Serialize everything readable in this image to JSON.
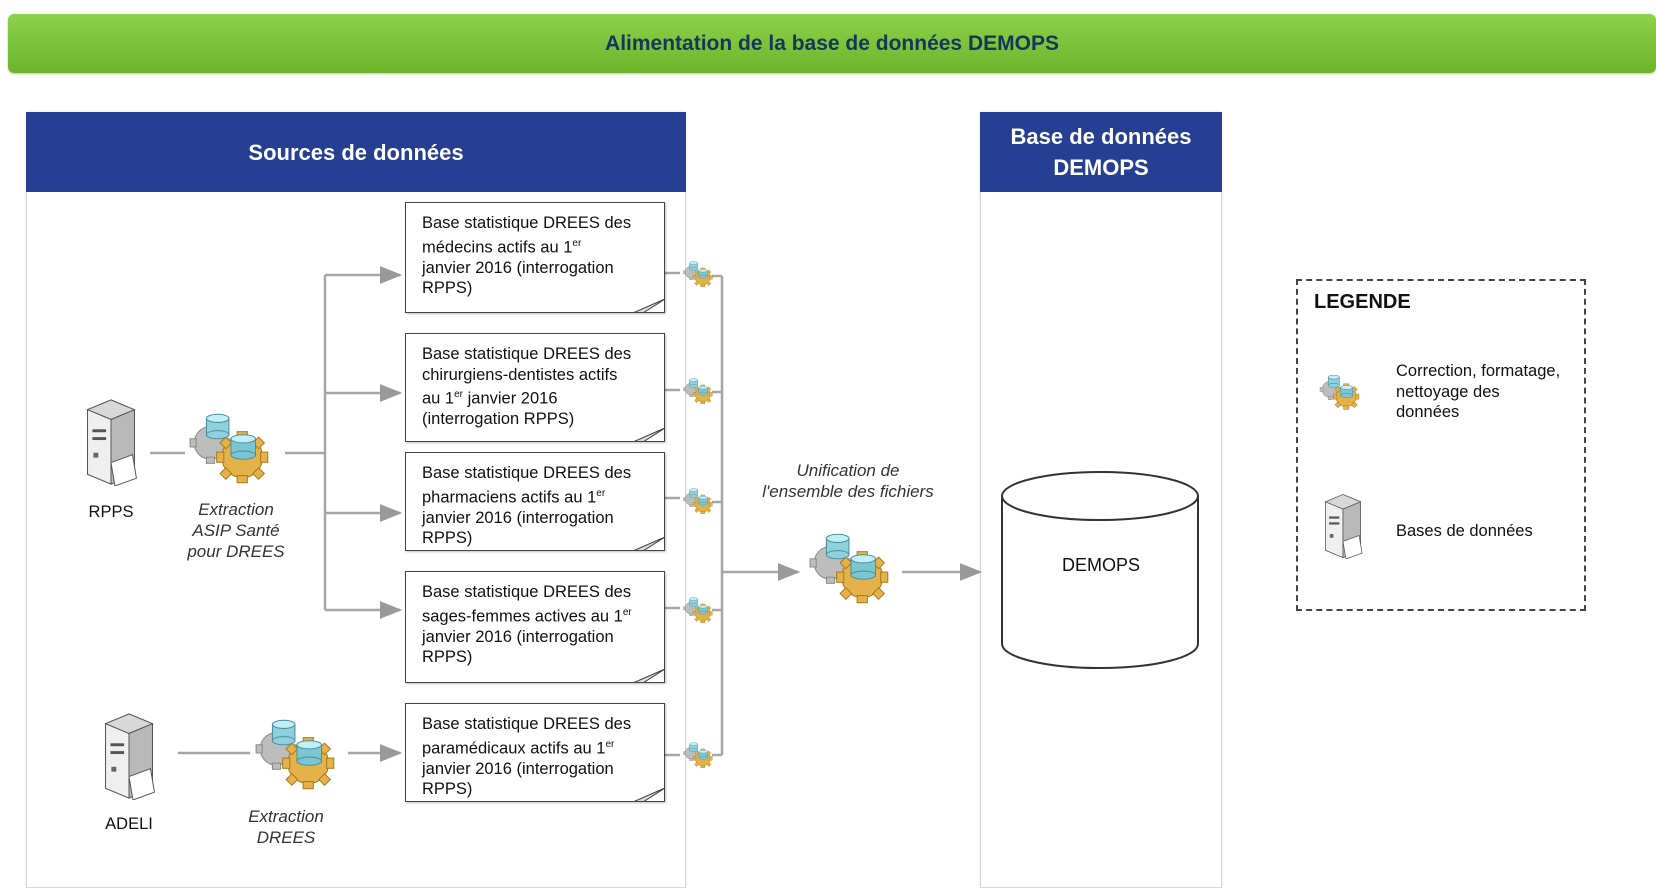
{
  "banner": {
    "title": "Alimentation de la base de données DEMOPS"
  },
  "sources_panel": {
    "title": "Sources de données"
  },
  "target_panel": {
    "title_line1": "Base de données",
    "title_line2": "DEMOPS"
  },
  "databases": {
    "rpps": "RPPS",
    "adeli": "ADELI"
  },
  "extraction": {
    "asip_line1": "Extraction",
    "asip_line2": "ASIP Santé",
    "asip_line3": "pour DREES",
    "drees_line1": "Extraction",
    "drees_line2": "DREES"
  },
  "documents": [
    {
      "lines": [
        "Base statistique DREES des",
        "médecins actifs au 1er",
        "janvier 2016 (interrogation",
        "RPPS)"
      ]
    },
    {
      "lines": [
        "Base statistique DREES des",
        "chirurgiens-dentistes actifs",
        "au 1er janvier 2016",
        "(interrogation RPPS)"
      ]
    },
    {
      "lines": [
        "Base statistique DREES des",
        "pharmaciens actifs au 1er",
        "janvier 2016 (interrogation",
        "RPPS)"
      ]
    },
    {
      "lines": [
        "Base statistique DREES des",
        "sages-femmes actives au 1er",
        "janvier 2016 (interrogation",
        "RPPS)"
      ]
    },
    {
      "lines": [
        "Base statistique DREES des",
        "paramédicaux actifs au 1er",
        "janvier 2016 (interrogation",
        "RPPS)"
      ]
    }
  ],
  "unification": {
    "line1": "Unification de",
    "line2": "l'ensemble des fichiers"
  },
  "demops_label": "DEMOPS",
  "legend": {
    "title": "LEGENDE",
    "process_line1": "Correction, formatage,",
    "process_line2": "nettoyage des",
    "process_line3": "données",
    "database": "Bases de données"
  },
  "colors": {
    "banner": "#7cc43a",
    "panel_header": "#263f93",
    "banner_text": "#17365d"
  },
  "icons": {
    "database": "server-icon",
    "process": "gears-icon"
  }
}
